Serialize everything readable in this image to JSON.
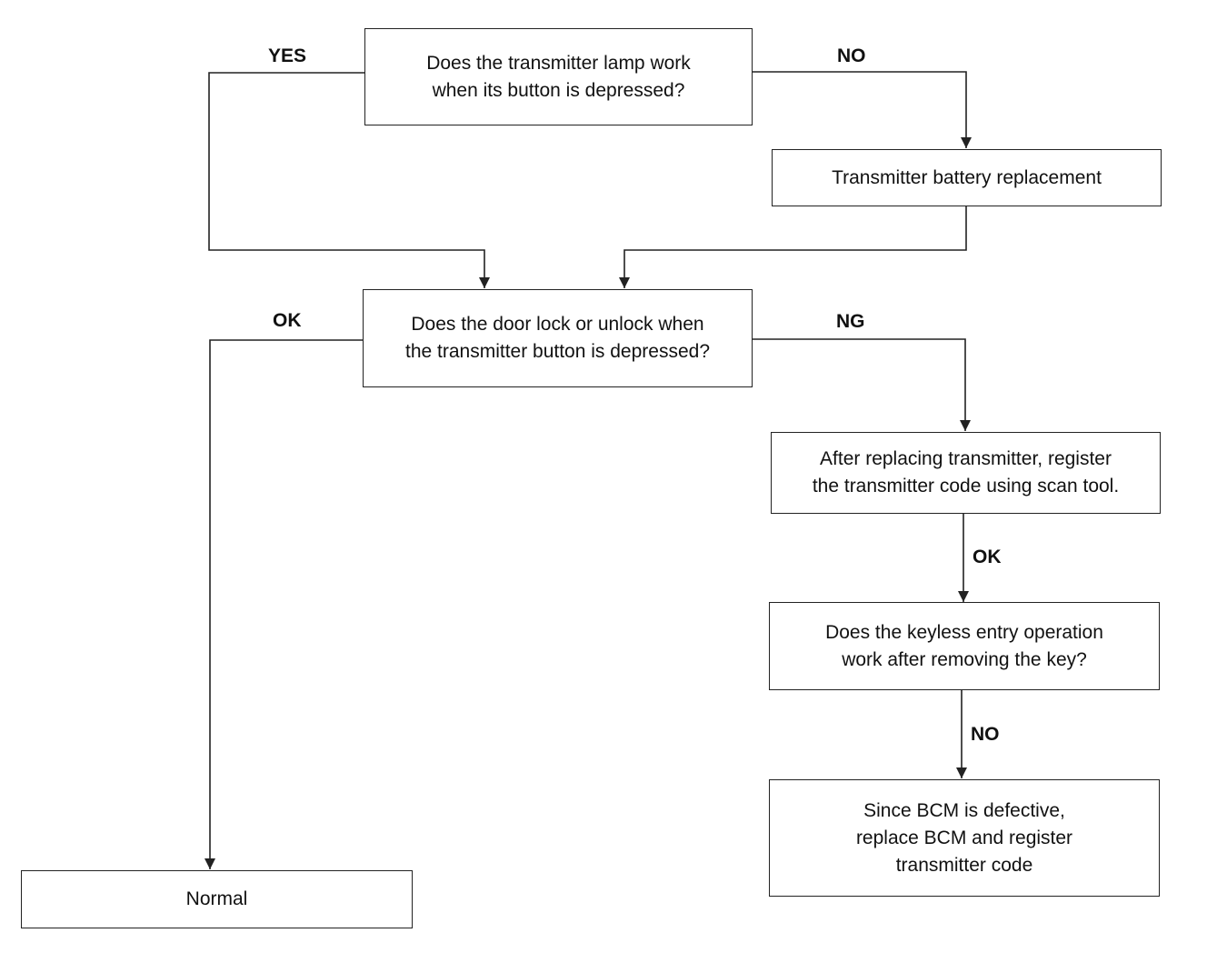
{
  "nodes": {
    "q_lamp": [
      "Does the transmitter lamp work",
      "when its button is depressed?"
    ],
    "battery": [
      "Transmitter battery replacement"
    ],
    "q_door": [
      "Does the door lock or unlock when",
      "the transmitter button is depressed?"
    ],
    "register": [
      "After replacing transmitter, register",
      "the transmitter code using scan tool."
    ],
    "q_keyless": [
      "Does the keyless entry operation",
      "work after removing the key?"
    ],
    "bcm": [
      "Since BCM is defective,",
      "replace BCM and register",
      "transmitter code"
    ],
    "normal": [
      "Normal"
    ]
  },
  "edge_labels": {
    "lamp_yes": "YES",
    "lamp_no": "NO",
    "door_ok": "OK",
    "door_ng": "NG",
    "register_ok": "OK",
    "keyless_no": "NO"
  }
}
